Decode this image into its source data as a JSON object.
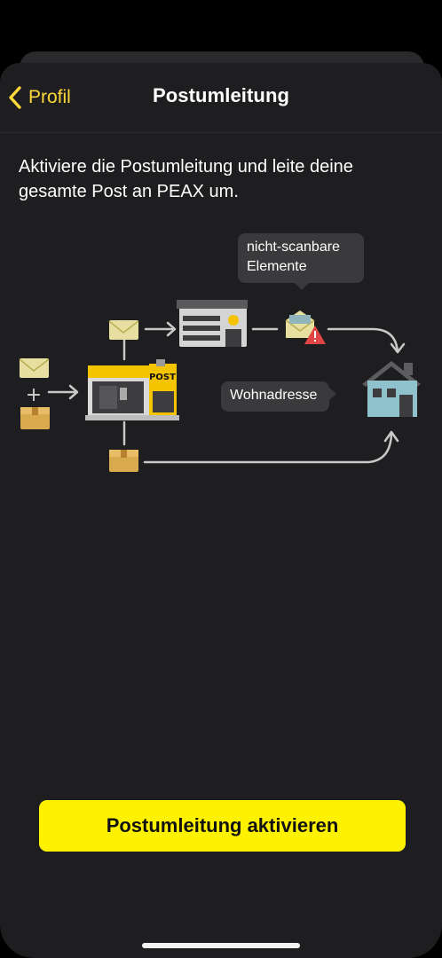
{
  "nav": {
    "back_label": "Profil",
    "title": "Postumleitung"
  },
  "intro_text": "Aktiviere die Postumleitung und leite deine gesamte Post an PEAX um.",
  "diagram": {
    "tooltip_unscannable": "nicht-scanbare Elemente",
    "tooltip_home": "Wohnadresse",
    "post_sign": "POST",
    "plus_symbol": "+",
    "accent_color": "#f5c400"
  },
  "cta": {
    "label": "Postumleitung aktivieren",
    "color": "#fff200"
  }
}
